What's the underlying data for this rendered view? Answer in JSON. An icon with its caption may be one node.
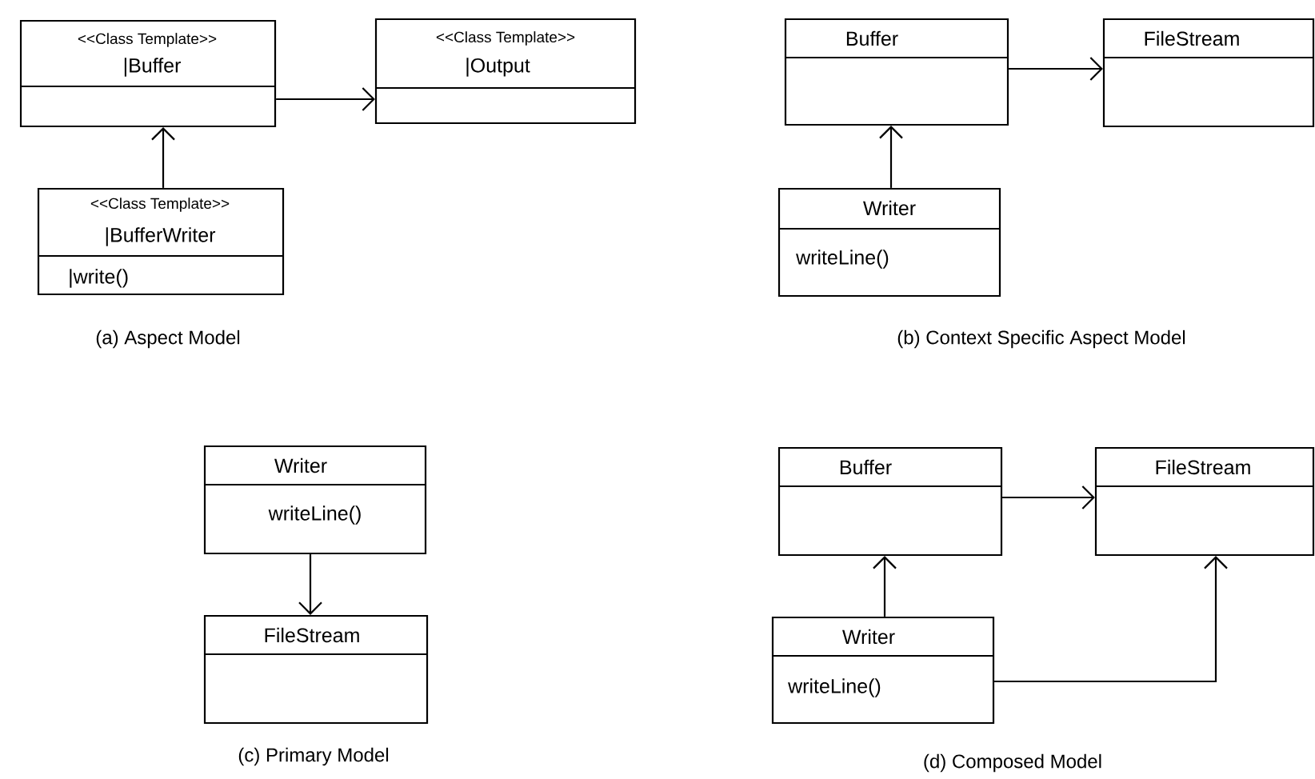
{
  "diagram": {
    "nodes": [
      {
        "text": [
          "<<Class Template>>",
          "|Buffer"
        ]
      },
      {
        "text": [
          "<<Class Template>>",
          "|Output"
        ]
      },
      {
        "text": [
          "<<Class Template>>",
          "|BufferWriter",
          "|write()"
        ]
      },
      {
        "text": [
          "Buffer"
        ]
      },
      {
        "text": [
          "FileStream"
        ]
      },
      {
        "text": [
          "Writer",
          "writeLine()"
        ]
      },
      {
        "text": [
          "Writer",
          "writeLine()"
        ]
      },
      {
        "text": [
          "FileStream"
        ]
      },
      {
        "text": [
          "Buffer"
        ]
      },
      {
        "text": [
          "FileStream"
        ]
      },
      {
        "text": [
          "Writer",
          "writeLine()"
        ]
      }
    ],
    "edges": [
      {
        "from": 0,
        "to": 1,
        "arrow": "to"
      },
      {
        "from": 2,
        "to": 0,
        "arrow": "to"
      },
      {
        "from": 3,
        "to": 4,
        "arrow": "to"
      },
      {
        "from": 5,
        "to": 3,
        "arrow": "to"
      },
      {
        "from": 6,
        "to": 7,
        "arrow": "to"
      },
      {
        "from": 8,
        "to": 9,
        "arrow": "to"
      },
      {
        "from": 10,
        "to": 8,
        "arrow": "to"
      },
      {
        "from": 10,
        "to": 9,
        "arrow": "to"
      }
    ],
    "labels": [
      "(a) Aspect Model",
      "(b) Context Specific Aspect Model",
      "(c) Primary Model",
      "(d) Composed Model"
    ]
  }
}
